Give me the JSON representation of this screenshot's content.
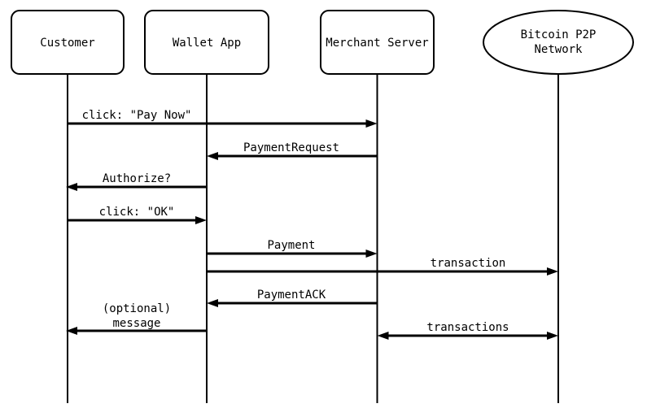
{
  "diagram": {
    "type": "sequence",
    "background_color": "#ffffff",
    "stroke_color": "#000000",
    "actors": [
      {
        "id": "customer",
        "label": "Customer",
        "shape": "rounded-rect"
      },
      {
        "id": "wallet-app",
        "label": "Wallet App",
        "shape": "rounded-rect"
      },
      {
        "id": "merchant-server",
        "label": "Merchant Server",
        "shape": "rounded-rect"
      },
      {
        "id": "bitcoin-p2p-network",
        "label_line1": "Bitcoin P2P",
        "label_line2": "Network",
        "shape": "ellipse"
      }
    ],
    "messages": [
      {
        "from": "Customer",
        "to": "Merchant Server",
        "label": "click: \"Pay Now\"",
        "arrow": "right"
      },
      {
        "from": "Merchant Server",
        "to": "Wallet App",
        "label": "PaymentRequest",
        "arrow": "left"
      },
      {
        "from": "Wallet App",
        "to": "Customer",
        "label": "Authorize?",
        "arrow": "left"
      },
      {
        "from": "Customer",
        "to": "Wallet App",
        "label": "click: \"OK\"",
        "arrow": "right"
      },
      {
        "from": "Wallet App",
        "to": "Merchant Server",
        "label": "Payment",
        "arrow": "right"
      },
      {
        "from": "Wallet App",
        "to": "Bitcoin P2P Network",
        "label": "transaction",
        "arrow": "right"
      },
      {
        "from": "Merchant Server",
        "to": "Wallet App",
        "label": "PaymentACK",
        "arrow": "left"
      },
      {
        "from": "Wallet App",
        "to": "Customer",
        "label_line1": "(optional)",
        "label_line2": "message",
        "arrow": "left"
      },
      {
        "from": "Merchant Server",
        "to": "Bitcoin P2P Network",
        "label": "transactions",
        "arrow": "both"
      }
    ]
  }
}
